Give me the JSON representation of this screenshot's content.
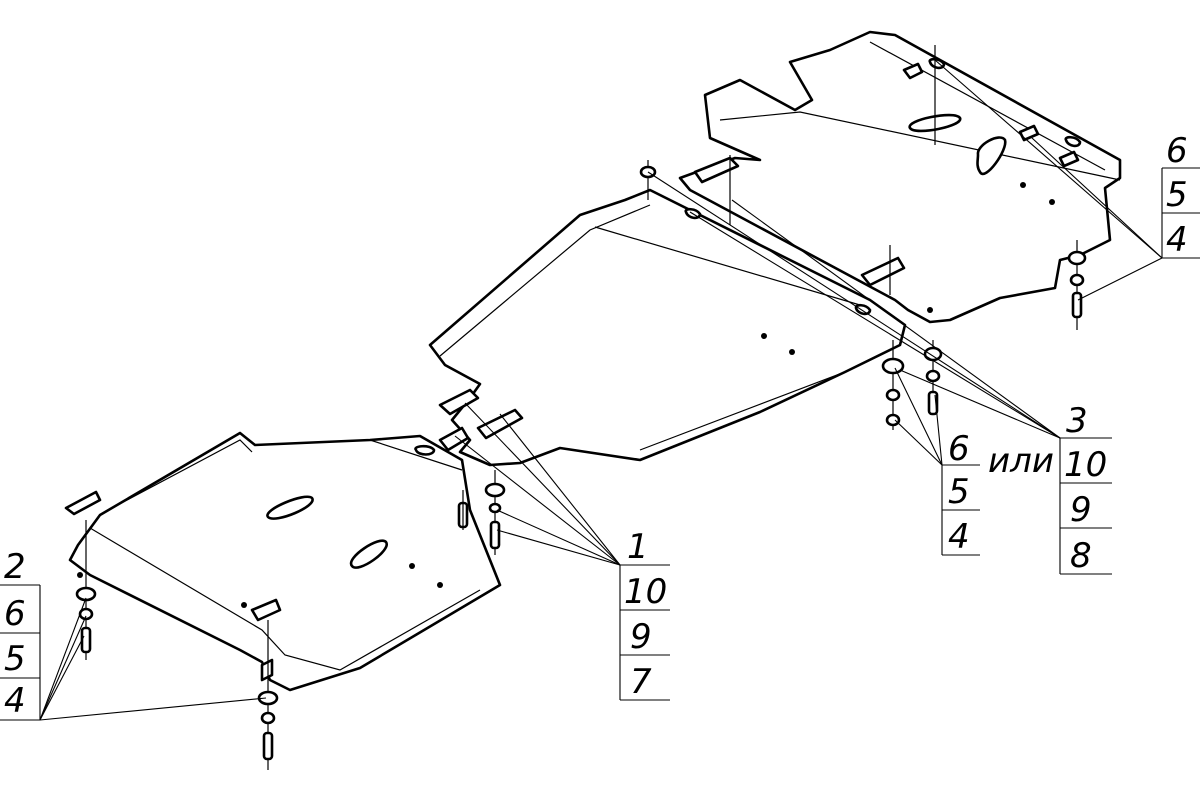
{
  "callouts": {
    "left": {
      "top": "2",
      "rows": [
        "6",
        "5",
        "4"
      ]
    },
    "center": {
      "top": "1",
      "rows": [
        "10",
        "9",
        "7"
      ]
    },
    "right_top": {
      "top": "6",
      "rows": [
        "5",
        "4"
      ]
    },
    "mid_right": {
      "top": "6",
      "suffix": "или",
      "rows": [
        "5",
        "4"
      ]
    },
    "right_bottom": {
      "top": "3",
      "rows": [
        "10",
        "9",
        "8"
      ]
    }
  },
  "colors": {
    "line": "#000000",
    "background": "#ffffff"
  }
}
